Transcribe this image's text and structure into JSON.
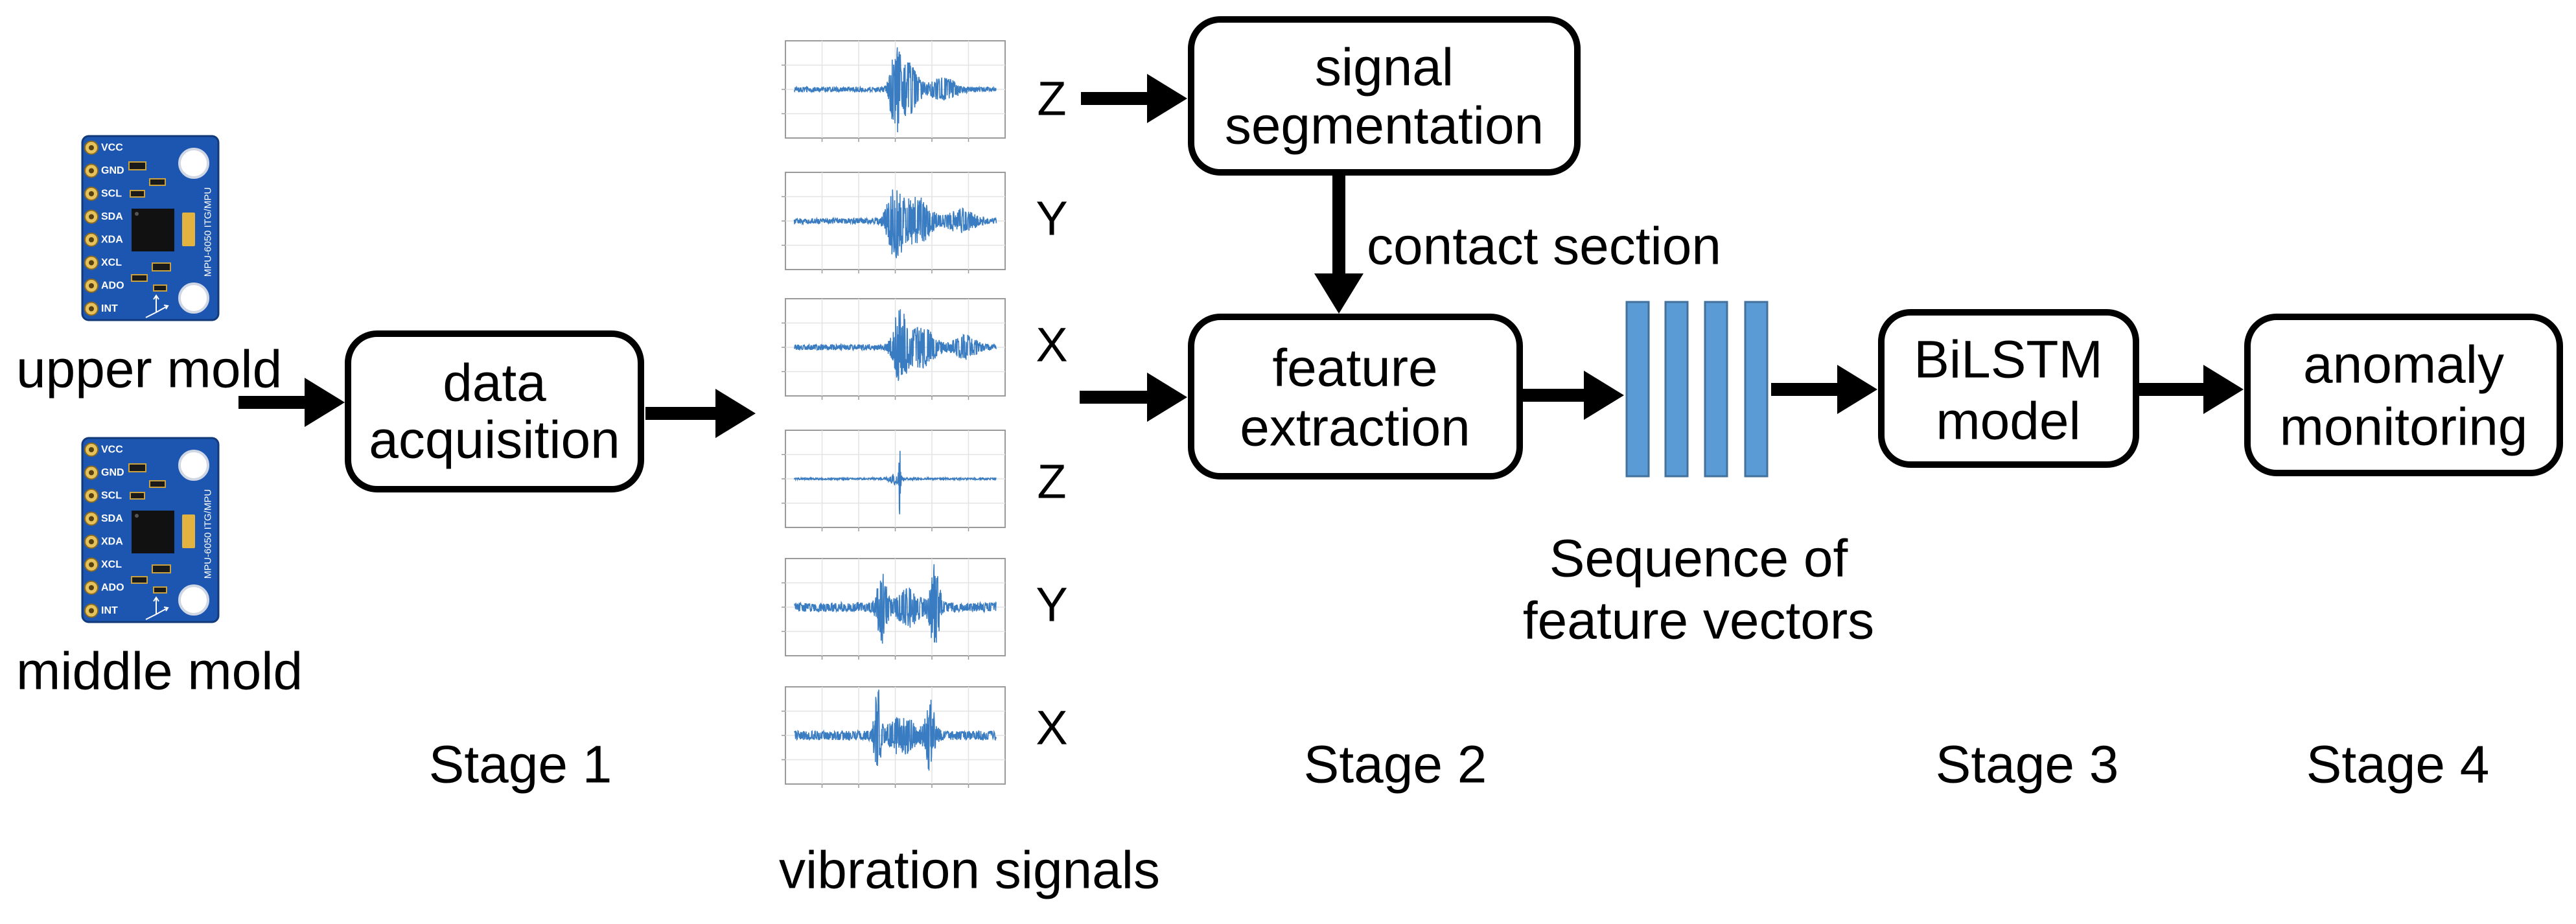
{
  "sensors": {
    "pins": [
      "VCC",
      "GND",
      "SCL",
      "SDA",
      "XDA",
      "XCL",
      "ADO",
      "INT"
    ],
    "chip_label": "MPU-6050 ITG/MPU",
    "colors": {
      "board": "#1d56b0",
      "pad": "#e6c25c",
      "chip": "#111111",
      "capacitor": "#e3b341"
    }
  },
  "labels": {
    "upper_mold": "upper mold",
    "middle_mold": "middle mold",
    "vibration_signals": "vibration signals",
    "contact_section": "contact section",
    "sequence_of_feature_vectors": [
      "Sequence of",
      "feature vectors"
    ]
  },
  "signals": {
    "axes": [
      "Z",
      "Y",
      "X",
      "Z",
      "Y",
      "X"
    ]
  },
  "boxes": {
    "data_acquisition": [
      "data",
      "acquisition"
    ],
    "signal_segmentation": [
      "signal",
      "segmentation"
    ],
    "feature_extraction": [
      "feature",
      "extraction"
    ],
    "bilstm_model": [
      "BiLSTM",
      "model"
    ],
    "anomaly_monitoring": [
      "anomaly",
      "monitoring"
    ]
  },
  "stages": [
    "Stage 1",
    "Stage 2",
    "Stage 3",
    "Stage 4"
  ],
  "colors": {
    "feature_vector": "#5b9bd5",
    "feature_vector_edge": "#41719c",
    "waveform": "#3a7cc1"
  }
}
